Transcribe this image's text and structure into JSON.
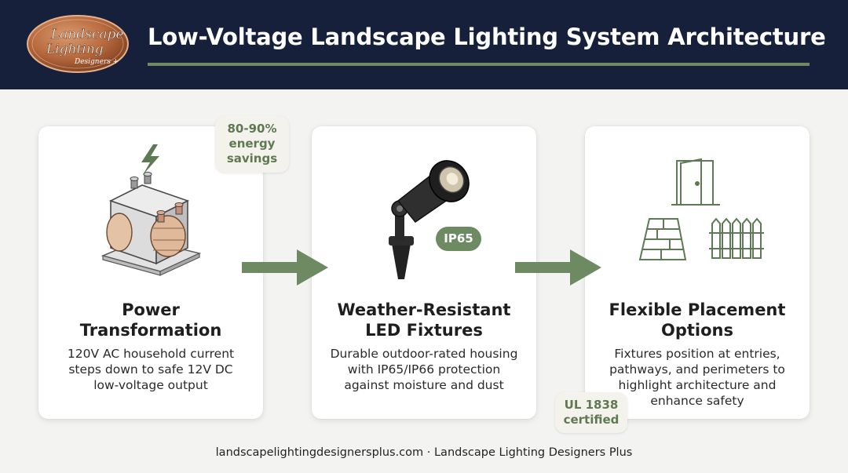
{
  "header": {
    "logo_text_line1": "Landscape",
    "logo_text_line2": "Lighting",
    "logo_text_line3": "Designers +",
    "title": "Low-Voltage Landscape Lighting System Architecture"
  },
  "cards": [
    {
      "icon": "transformer-icon",
      "title": "Power\nTransformation",
      "text": "120V AC household current\nsteps down to safe 12V DC\nlow-voltage output"
    },
    {
      "icon": "led-spotlight-icon",
      "title": "Weather-Resistant\nLED Fixtures",
      "text": "Durable outdoor-rated housing\nwith IP65/IP66 protection\nagainst moisture and dust"
    },
    {
      "icon": "placement-icons",
      "title": "Flexible Placement\nOptions",
      "text": "Fixtures position at entries,\npathways, and perimeters to\nhighlight architecture and\nenhance safety"
    }
  ],
  "badges": {
    "energy": "80-90%\nenergy\nsavings",
    "ip_rating": "IP65",
    "ul": "UL 1838\ncertified"
  },
  "footer": {
    "text": "landscapelightingdesignersplus.com · Landscape Lighting Designers Plus"
  },
  "colors": {
    "header_bg": "#16203a",
    "accent_green": "#6e8a62",
    "page_bg": "#f3f3f1"
  }
}
